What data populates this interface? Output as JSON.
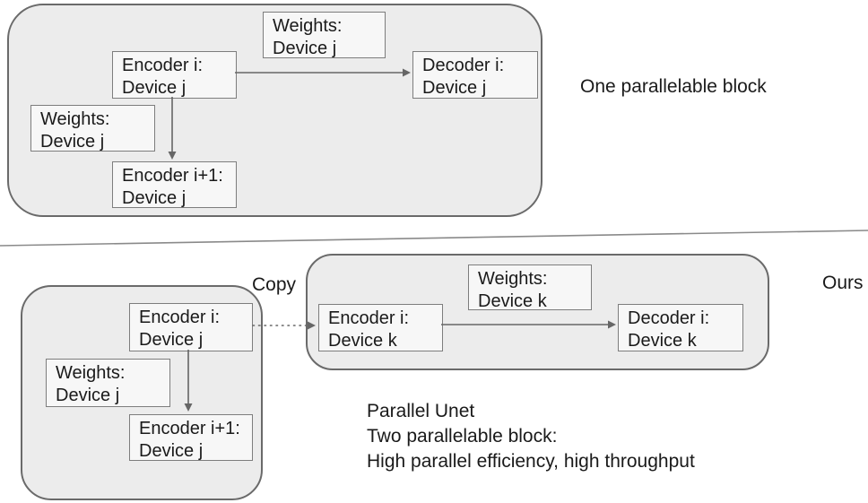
{
  "labels": {
    "one_block": "One parallelable block",
    "copy": "Copy",
    "ours": "Ours",
    "caption": "Parallel Unet\nTwo parallelable block:\nHigh parallel efficiency, high throughput"
  },
  "top_block": {
    "weights_top": "Weights:\nDevice j",
    "encoder_i": "Encoder i:\nDevice j",
    "decoder_i": "Decoder i:\nDevice j",
    "weights_left": "Weights:\nDevice j",
    "encoder_i_plus_1": "Encoder i+1:\nDevice j"
  },
  "bottom_left_block": {
    "encoder_i": "Encoder i:\nDevice j",
    "weights": "Weights:\nDevice j",
    "encoder_i_plus_1": "Encoder i+1:\nDevice j"
  },
  "bottom_right_block": {
    "encoder_i": "Encoder i:\nDevice k",
    "weights": "Weights:\nDevice k",
    "decoder_i": "Decoder i:\nDevice k"
  },
  "colors": {
    "container_fill": "#ececec",
    "container_border": "#6a6a6a",
    "node_fill": "#f7f7f7",
    "node_border": "#7d7d7d",
    "arrow": "#666666",
    "text": "#1a1a1a"
  }
}
